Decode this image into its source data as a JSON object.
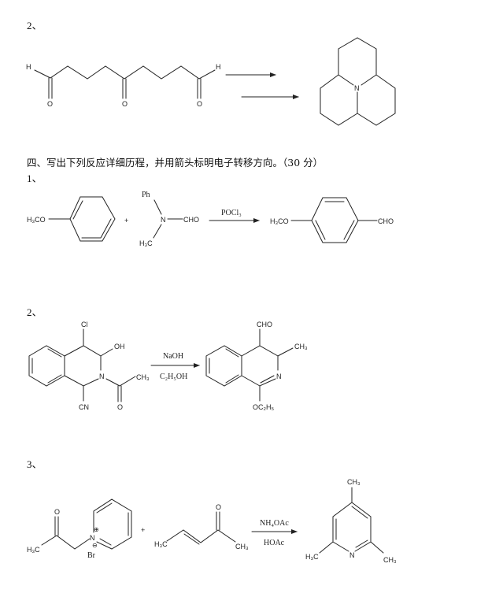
{
  "section3_item2": {
    "number": "2、",
    "reactant": {
      "labels": [
        "H",
        "O",
        "O",
        "O",
        "H"
      ]
    },
    "product": {
      "labels": [
        "N"
      ]
    }
  },
  "section4": {
    "heading": "四、写出下列反应详细历程，并用箭头标明电子转移方向。（30 分）",
    "item1": {
      "number": "1、",
      "reactant1": "H₃CO",
      "plus": "+",
      "reactant2": {
        "ph": "Ph",
        "n": "N",
        "cho": "CHO",
        "me": "H₃C"
      },
      "reagent": "POCl₃",
      "product": {
        "left": "H₃CO",
        "right": "CHO"
      }
    },
    "item2": {
      "number": "2、",
      "reactant": {
        "cl": "Cl",
        "oh": "OH",
        "n": "N",
        "ch3": "CH₃",
        "cn": "CN",
        "o": "O"
      },
      "reagent_top": "NaOH",
      "reagent_bottom": "C₂H₅OH",
      "product": {
        "cho": "CHO",
        "ch3": "CH₃",
        "n": "N",
        "oet": "OC₂H₅"
      }
    },
    "item3": {
      "number": "3、",
      "reactant1": {
        "h3c": "H₃C",
        "o": "O",
        "n": "N",
        "plus_charge": "⊕",
        "minus_charge": "⊖",
        "br": "Br"
      },
      "plus": "+",
      "reactant2": {
        "h3c": "H₃C",
        "o": "O",
        "ch3": "CH₃"
      },
      "reagent_top": "NH₄OAc",
      "reagent_bottom": "HOAc",
      "product": {
        "ch3_top": "CH₃",
        "h3c_left": "H₃C",
        "n": "N",
        "ch3_right": "CH₃"
      }
    }
  }
}
